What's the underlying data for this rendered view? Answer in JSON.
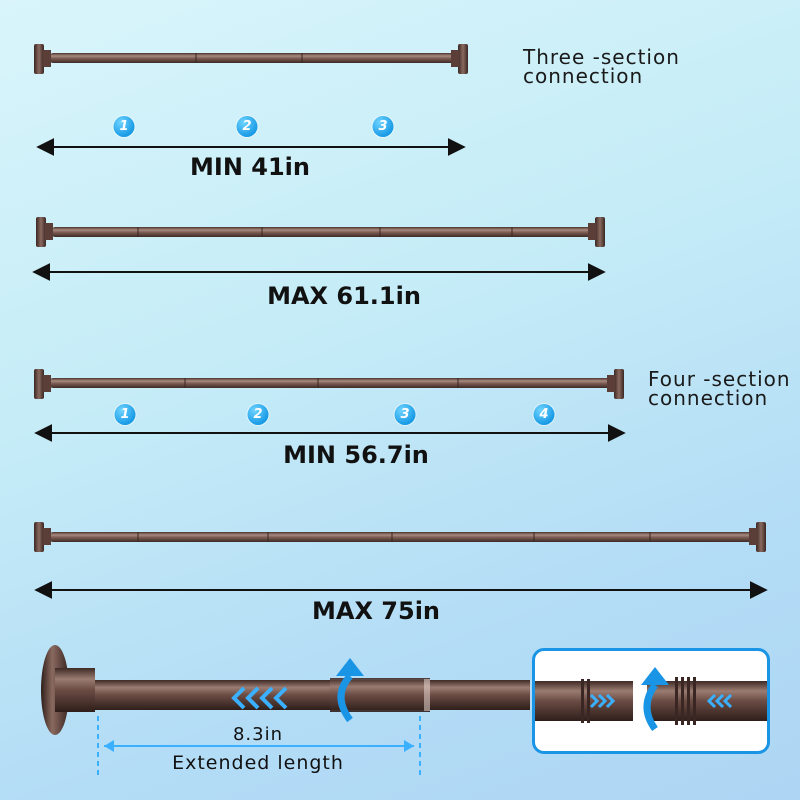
{
  "labels": {
    "three_section": "Three -section\nconnection",
    "four_section": "Four -section\nconnection"
  },
  "measurements": {
    "three_min": "MIN 41in",
    "three_max": "MAX 61.1in",
    "four_min": "MIN 56.7in",
    "four_max": "MAX 75in"
  },
  "badges": {
    "three": [
      "1",
      "2",
      "3"
    ],
    "four": [
      "1",
      "2",
      "3",
      "4"
    ]
  },
  "detail": {
    "extension_value": "8.3in",
    "extension_caption": "Extended length"
  },
  "colors": {
    "rod": "#6b4c44",
    "rod_highlight": "#a88a80",
    "accent_blue": "#1a95e6",
    "arrow": "#111111"
  }
}
